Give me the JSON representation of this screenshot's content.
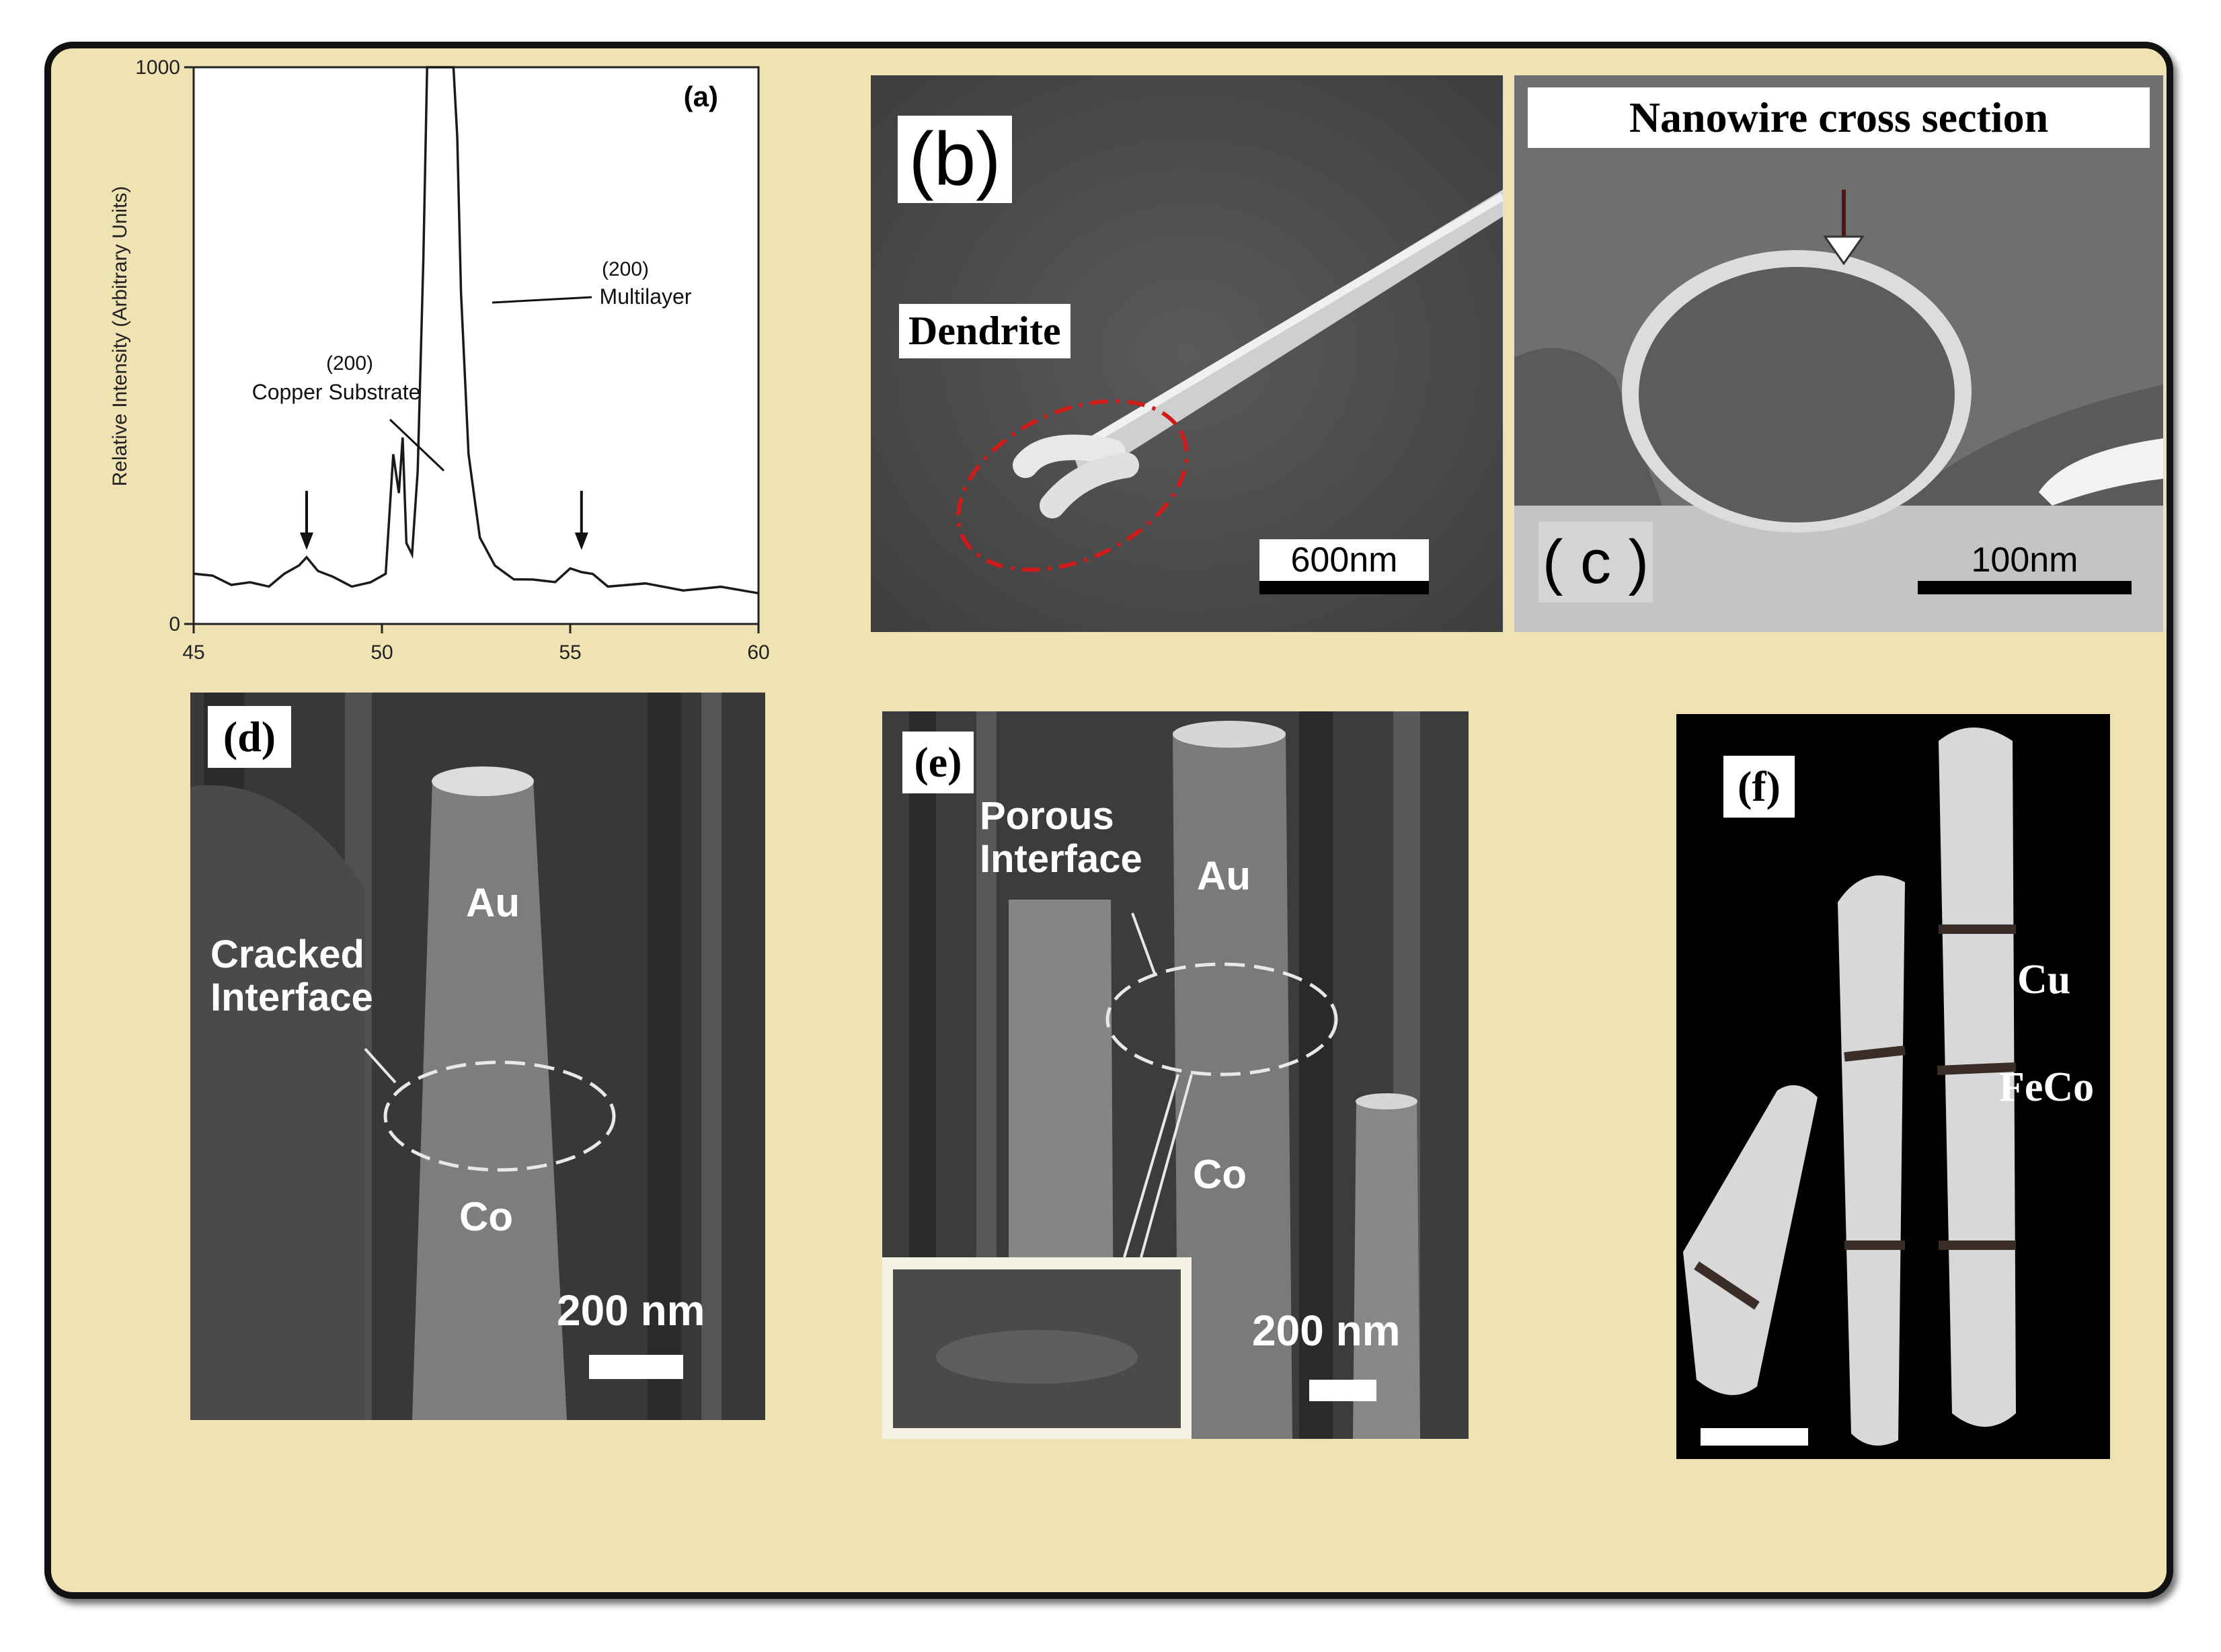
{
  "panel_a": {
    "label": "(a)",
    "chart_data": {
      "type": "line",
      "title": "",
      "xlabel": "",
      "ylabel": "Relative Intensity (Arbitrary Units)",
      "xlim": [
        45,
        60
      ],
      "ylim": [
        0,
        1000
      ],
      "x_ticks": [
        "45",
        "50",
        "55",
        "60"
      ],
      "y_ticks": [
        "0",
        "1000"
      ],
      "series": [
        {
          "x": [
            45,
            45.5,
            46,
            46.5,
            47,
            47.4,
            47.8,
            48.0,
            48.3,
            48.7,
            49.2,
            49.7,
            50.1,
            50.3,
            50.45,
            50.55,
            50.65,
            50.8,
            50.95,
            51.1,
            51.2,
            51.3,
            51.5,
            51.7,
            51.9,
            52.0,
            52.1,
            52.3,
            52.6,
            53.0,
            53.5,
            54.0,
            54.6,
            55.0,
            55.3,
            55.6,
            56.0,
            57.0,
            58.0,
            59.0,
            60.0
          ],
          "y": [
            95,
            82,
            75,
            70,
            72,
            85,
            110,
            115,
            100,
            80,
            72,
            70,
            95,
            300,
            240,
            330,
            150,
            120,
            280,
            650,
            1000,
            1000,
            1000,
            1000,
            1000,
            870,
            600,
            300,
            160,
            100,
            85,
            75,
            80,
            95,
            98,
            85,
            72,
            68,
            65,
            62,
            60
          ]
        }
      ],
      "annotations": [
        {
          "text": "(200)",
          "text2": "Multilayer"
        },
        {
          "text": "(200)",
          "text2": "Copper Substrate"
        }
      ],
      "arrows_at_x": [
        48.0,
        55.3
      ]
    }
  },
  "panel_b": {
    "label": "(b)",
    "callout": "Dendrite",
    "scale": "600nm"
  },
  "panel_c": {
    "label": "( c )",
    "callout": "Nanowire cross section",
    "scale": "100nm"
  },
  "panel_d": {
    "label": "(d)",
    "top": "Au",
    "bottom": "Co",
    "note1": "Cracked",
    "note2": "Interface",
    "scale": "200 nm"
  },
  "panel_e": {
    "label": "(e)",
    "top": "Au",
    "bottom": "Co",
    "note1": "Porous",
    "note2": "Interface",
    "scale": "200 nm"
  },
  "panel_f": {
    "label": "(f)",
    "seg1": "Cu",
    "seg2": "FeCo"
  }
}
